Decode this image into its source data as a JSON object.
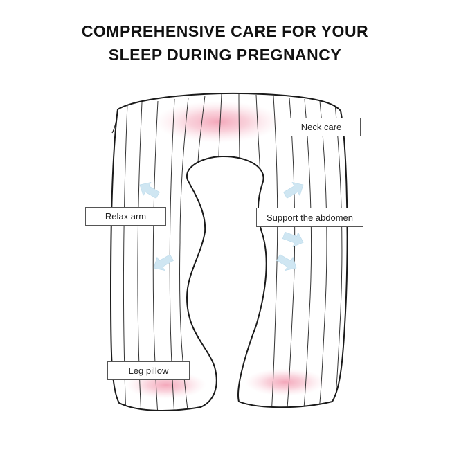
{
  "title": {
    "line1": "COMPREHENSIVE CARE FOR YOUR",
    "line2": "SLEEP DURING PREGNANCY"
  },
  "labels": {
    "neck": "Neck care",
    "arm": "Relax arm",
    "abdomen": "Support the abdomen",
    "leg": "Leg pillow"
  },
  "colors": {
    "outline": "#1a1a1a",
    "stripes": "#333333",
    "highlight": "#f2a7b7",
    "arrows": "#cfe6f2"
  }
}
